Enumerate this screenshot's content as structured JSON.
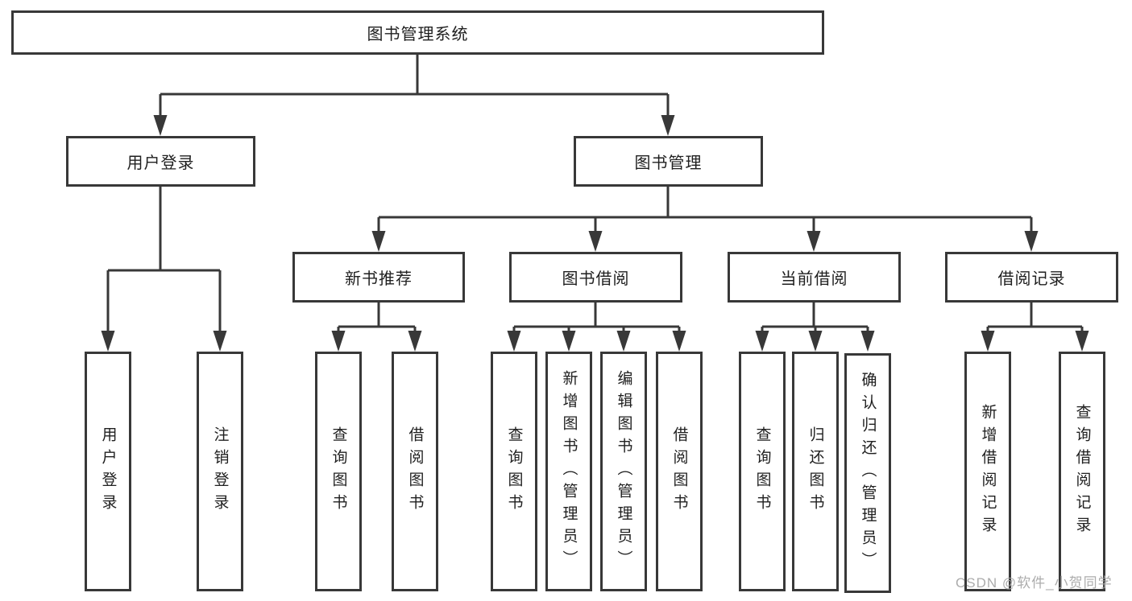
{
  "colors": {
    "line": "#383838",
    "text": "#1f1f1f",
    "watermark": "#a6a6a6"
  },
  "tree": {
    "root": "图书管理系统",
    "level2": [
      "用户登录",
      "图书管理"
    ],
    "level3": [
      "新书推荐",
      "图书借阅",
      "当前借阅",
      "借阅记录"
    ],
    "leaves": [
      "用户登录",
      "注销登录",
      "查询图书",
      "借阅图书",
      "查询图书",
      "新增图书（管理员）",
      "编辑图书（管理员）",
      "借阅图书",
      "查询图书",
      "归还图书",
      "确认归还（管理员）",
      "新增借阅记录",
      "查询借阅记录"
    ]
  },
  "watermark": "CSDN @软件_小贺同学"
}
